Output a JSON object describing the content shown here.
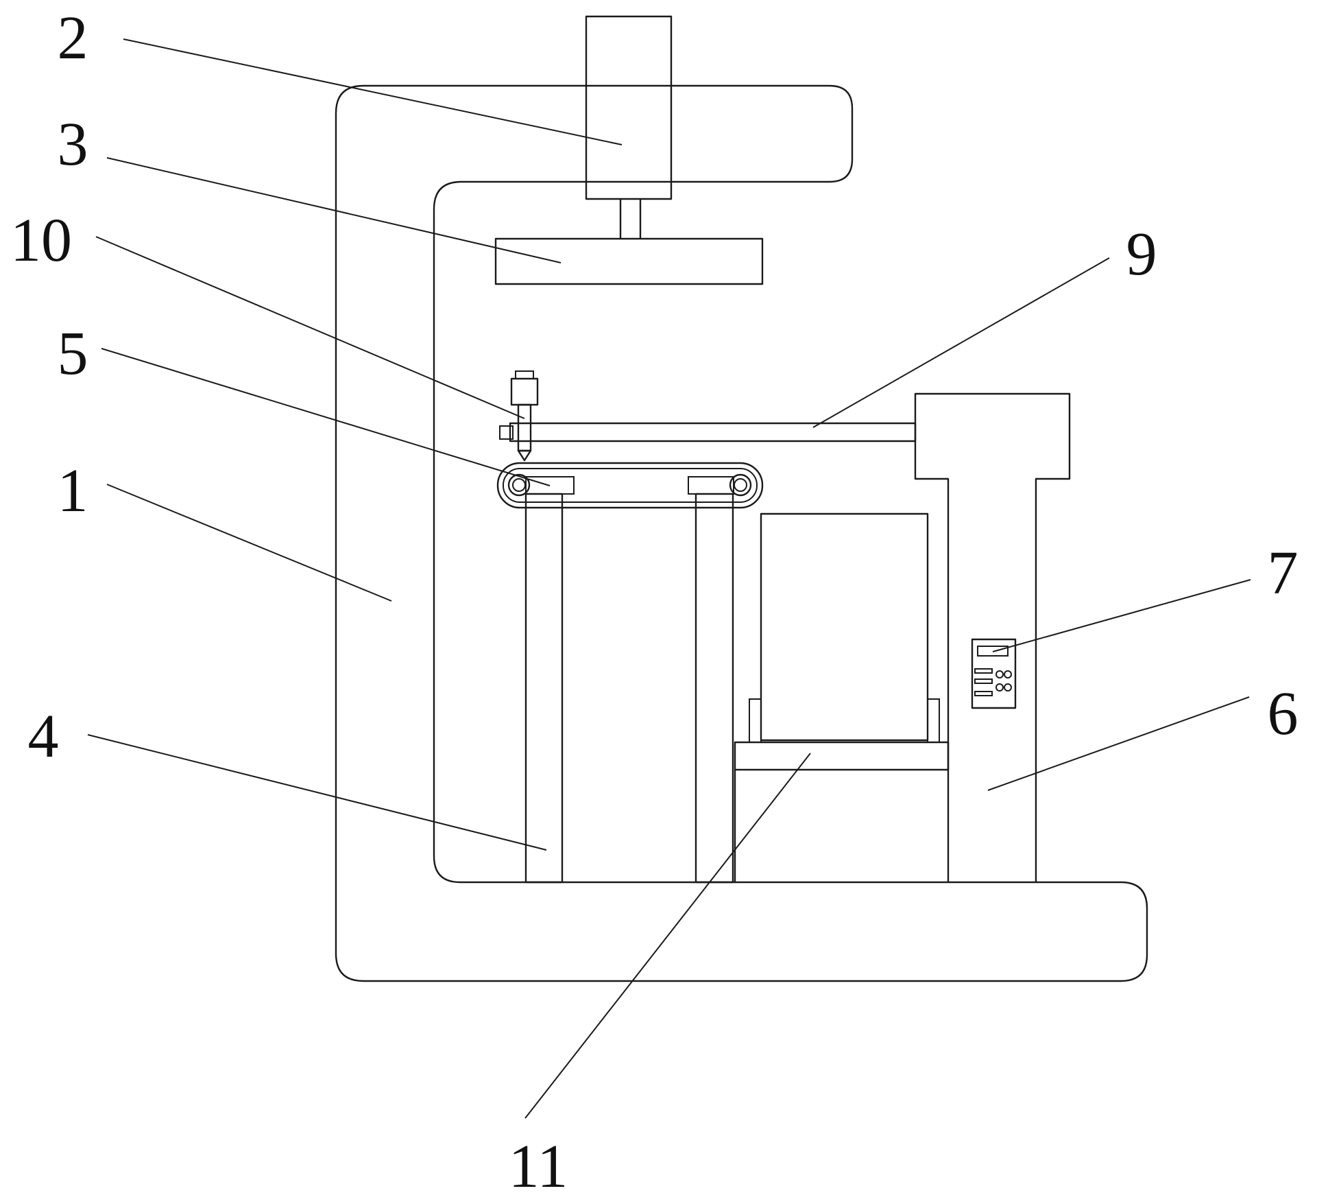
{
  "figure": {
    "reference_numerals": [
      {
        "id": "1",
        "text": "1"
      },
      {
        "id": "2",
        "text": "2"
      },
      {
        "id": "3",
        "text": "3"
      },
      {
        "id": "4",
        "text": "4"
      },
      {
        "id": "5",
        "text": "5"
      },
      {
        "id": "6",
        "text": "6"
      },
      {
        "id": "7",
        "text": "7"
      },
      {
        "id": "9",
        "text": "9"
      },
      {
        "id": "10",
        "text": "10"
      },
      {
        "id": "11",
        "text": "11"
      }
    ]
  }
}
